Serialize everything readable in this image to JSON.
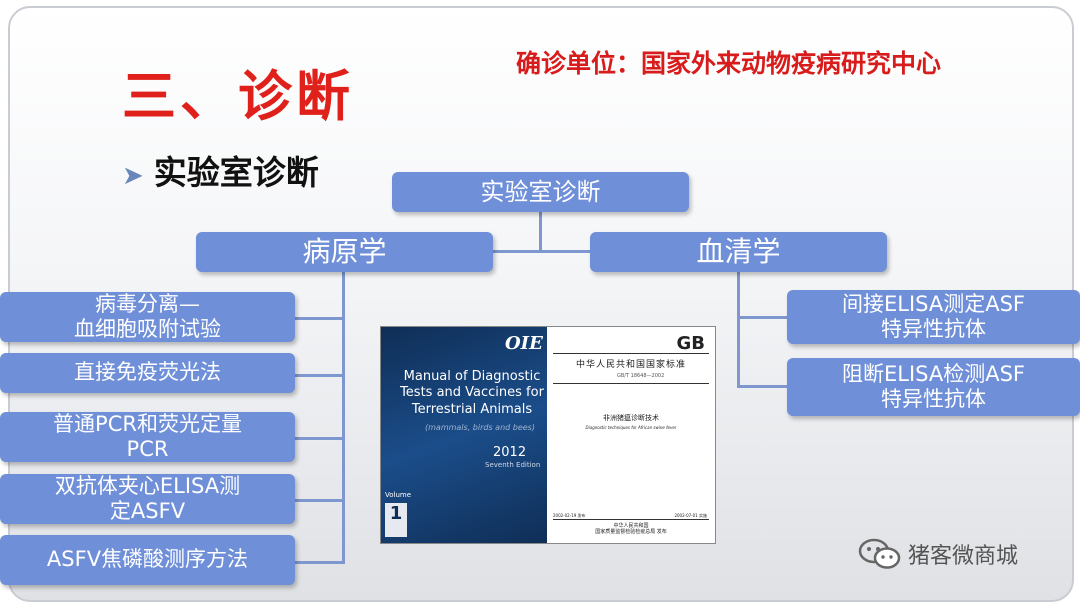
{
  "title": "三、诊断",
  "confirm_unit": "确诊单位：国家外来动物疫病研究中心",
  "subtitle": "实验室诊断",
  "diagram": {
    "root": "实验室诊断",
    "branches": [
      "病原学",
      "血清学"
    ],
    "pathogen_items": [
      [
        "病毒分离—",
        "血细胞吸附试验"
      ],
      [
        "直接免疫荧光法"
      ],
      [
        "普通PCR和荧光定量",
        "PCR"
      ],
      [
        "双抗体夹心ELISA测",
        "定ASFV"
      ],
      [
        "ASFV焦磷酸测序方法"
      ]
    ],
    "serology_items": [
      [
        "间接ELISA测定ASF",
        "特异性抗体"
      ],
      [
        "阻断ELISA检测ASF",
        "特异性抗体"
      ]
    ]
  },
  "book_oie": {
    "logo": "OIE",
    "title": "Manual of Diagnostic Tests and Vaccines for Terrestrial Animals",
    "subtitle": "(mammals, birds and bees)",
    "year": "2012",
    "edition": "Seventh Edition",
    "volume_label": "Volume",
    "volume": "1"
  },
  "book_gb": {
    "mark": "GB",
    "header": "中华人民共和国国家标准",
    "number": "GB/T 18648—2002",
    "title_cn": "非洲猪瘟诊断技术",
    "title_en": "Diagnostic techniques for African swine fever",
    "date_issue": "2002-02-19 发布",
    "date_impl": "2002-07-01 实施",
    "publisher_line1": "中华人民共和国",
    "publisher_line2": "国家质量监督检验检疫总局 发布"
  },
  "watermark": "猪客微商城",
  "colors": {
    "title": "#e0201a",
    "box": "#6f8fd8",
    "line": "#7e98cf"
  }
}
